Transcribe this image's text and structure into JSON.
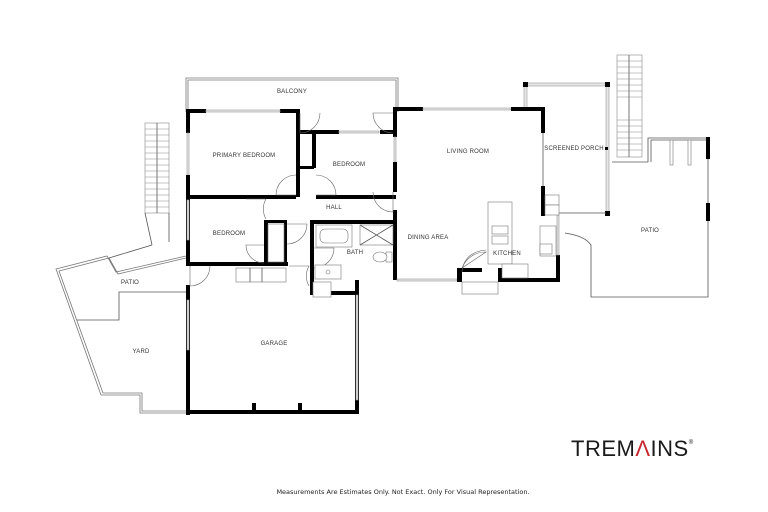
{
  "floorplan": {
    "rooms": [
      {
        "id": "balcony",
        "label": "BALCONY"
      },
      {
        "id": "primary-bedroom",
        "label": "PRIMARY BEDROOM"
      },
      {
        "id": "bedroom-1",
        "label": "BEDROOM"
      },
      {
        "id": "living-room",
        "label": "LIVING ROOM"
      },
      {
        "id": "screened-porch",
        "label": "SCREENED PORCH"
      },
      {
        "id": "hall",
        "label": "HALL"
      },
      {
        "id": "bedroom-2",
        "label": "BEDROOM"
      },
      {
        "id": "bath",
        "label": "BATH"
      },
      {
        "id": "dining-area",
        "label": "DINING AREA"
      },
      {
        "id": "kitchen",
        "label": "KITCHEN"
      },
      {
        "id": "patio-right",
        "label": "PATIO"
      },
      {
        "id": "patio-left",
        "label": "PATIO"
      },
      {
        "id": "yard",
        "label": "YARD"
      },
      {
        "id": "garage",
        "label": "GARAGE"
      }
    ]
  },
  "branding": {
    "logo_part1": "TREM",
    "logo_accent": "Λ",
    "logo_part2": "INS",
    "logo_mark": "®",
    "accent_color": "#c8282d"
  },
  "footer": {
    "disclaimer": "Measurements Are Estimates Only. Not Exact. Only For Visual Representation."
  }
}
